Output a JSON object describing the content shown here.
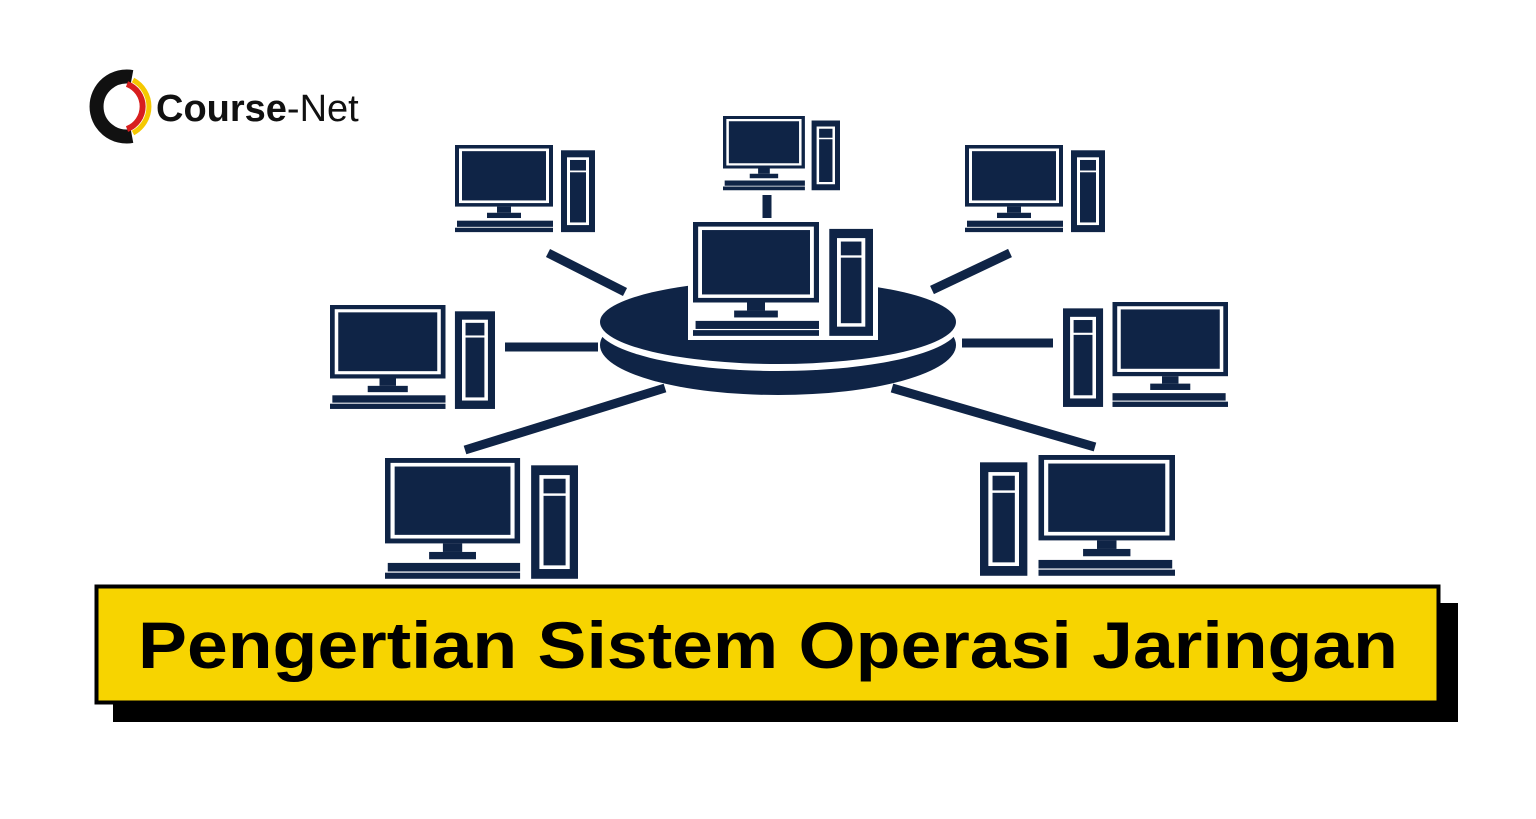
{
  "logo": {
    "text_bold": "Course",
    "text_light": "-Net",
    "colors": {
      "ring": "#111111",
      "red": "#d81e1e",
      "yellow": "#f5c800"
    }
  },
  "diagram": {
    "icon": "network-computers",
    "color": "#0f2446",
    "center_node": "server-computer",
    "nodes": [
      "computer",
      "computer",
      "computer",
      "computer",
      "computer",
      "computer",
      "computer"
    ]
  },
  "banner": {
    "title": "Pengertian Sistem Operasi Jaringan",
    "background": "#f7d400",
    "shadow": "#000000"
  }
}
